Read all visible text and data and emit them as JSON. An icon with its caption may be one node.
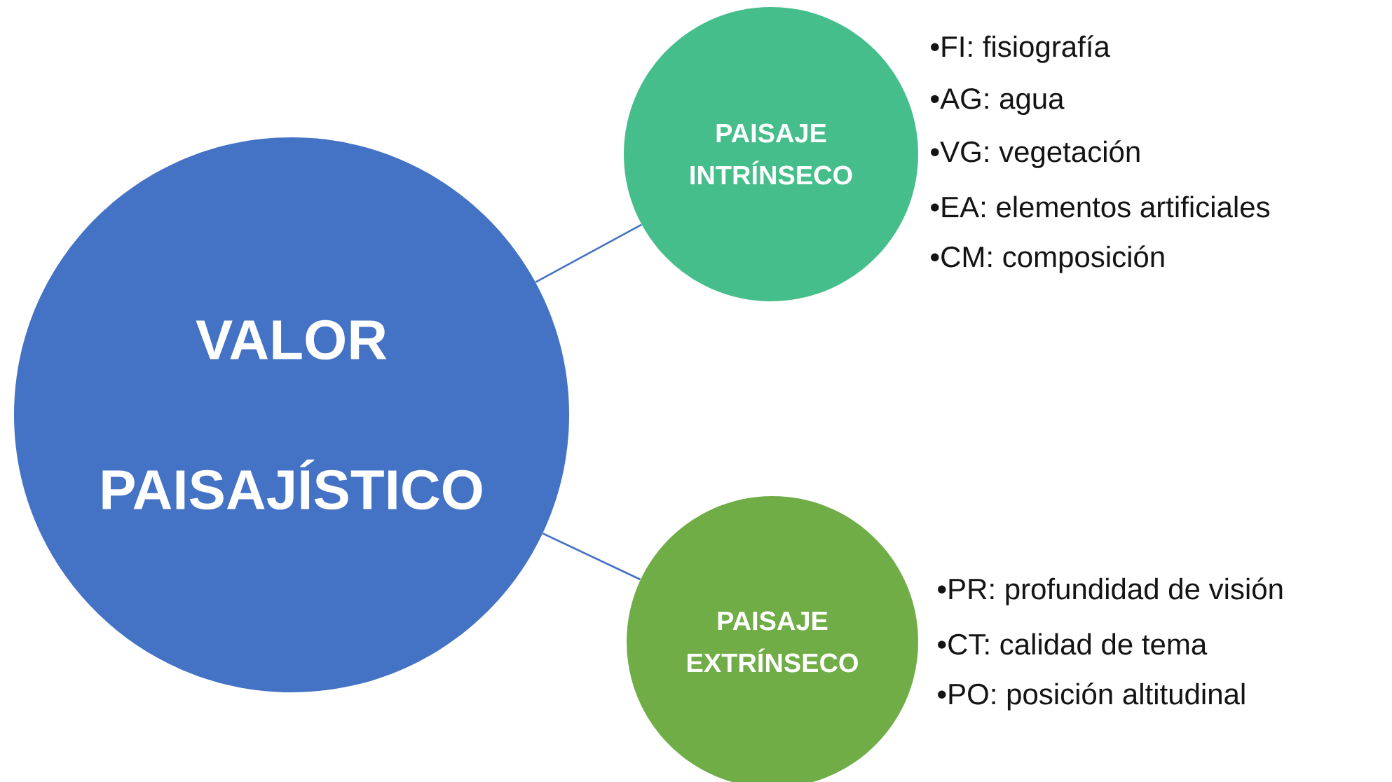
{
  "diagram": {
    "nodes": [
      {
        "text": [
          "VALOR PAISAJÍSTICO"
        ]
      },
      {
        "text": [
          "PAISAJE INTRÍNSECO"
        ],
        "beside": [
          "•FI: fisiografía",
          "•AG: agua",
          "•VG: vegetación",
          "•EA: elementos artificiales",
          "•CM: composición"
        ]
      },
      {
        "text": [
          "PAISAJE EXTRÍNSECO"
        ],
        "beside": [
          "•PR: profundidad de visión",
          "•CT: calidad de tema",
          "•PO: posición altitudinal"
        ]
      }
    ],
    "edges": [
      {
        "from": 0,
        "to": 1,
        "arrow": "none"
      },
      {
        "from": 0,
        "to": 2,
        "arrow": "none"
      }
    ]
  }
}
